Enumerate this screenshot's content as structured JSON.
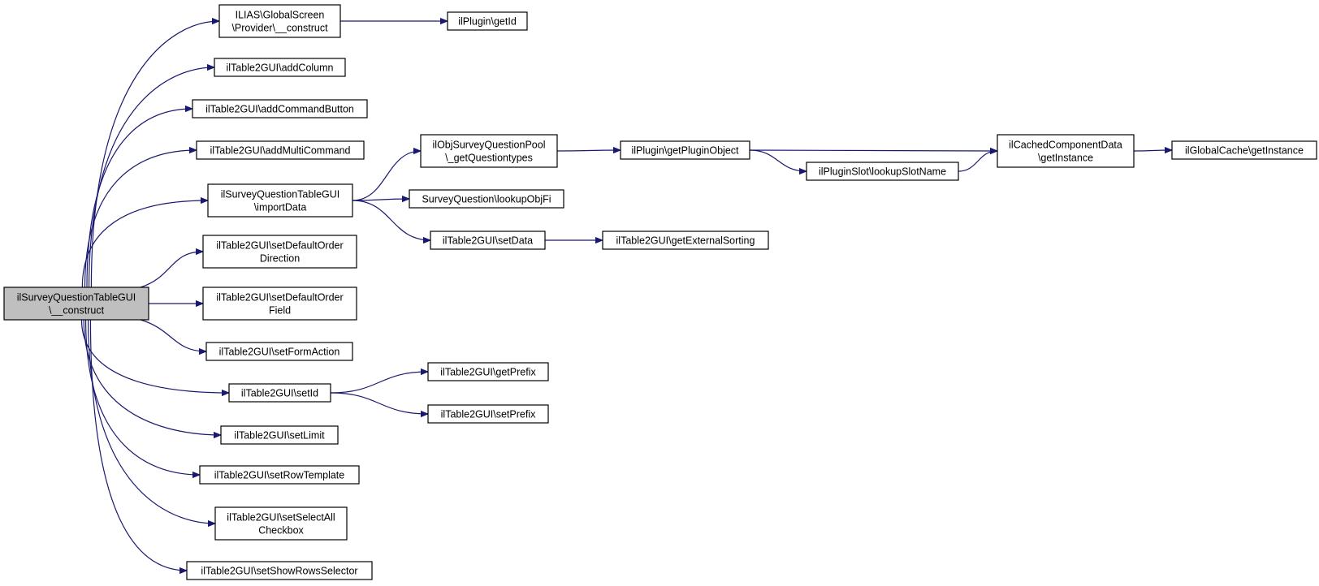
{
  "diagram": {
    "type": "call-graph",
    "colors": {
      "edge": "#191970",
      "root_fill": "#bfbfbf",
      "node_fill": "#ffffff",
      "node_border": "#000000"
    },
    "nodes": [
      {
        "id": "root",
        "lines": [
          "ilSurveyQuestionTableGUI",
          "\\__construct"
        ],
        "root": true
      },
      {
        "id": "gs_construct",
        "lines": [
          "ILIAS\\GlobalScreen",
          "\\Provider\\__construct"
        ]
      },
      {
        "id": "plugin_getid",
        "lines": [
          "ilPlugin\\getId"
        ]
      },
      {
        "id": "addcolumn",
        "lines": [
          "ilTable2GUI\\addColumn"
        ]
      },
      {
        "id": "addcommandbutton",
        "lines": [
          "ilTable2GUI\\addCommandButton"
        ]
      },
      {
        "id": "addmulticommand",
        "lines": [
          "ilTable2GUI\\addMultiCommand"
        ]
      },
      {
        "id": "importdata",
        "lines": [
          "ilSurveyQuestionTableGUI",
          "\\importData"
        ]
      },
      {
        "id": "getquestiontypes",
        "lines": [
          "ilObjSurveyQuestionPool",
          "\\_getQuestiontypes"
        ]
      },
      {
        "id": "lookupobjfi",
        "lines": [
          "SurveyQuestion\\lookupObjFi"
        ]
      },
      {
        "id": "setdata",
        "lines": [
          "ilTable2GUI\\setData"
        ]
      },
      {
        "id": "getpluginobject",
        "lines": [
          "ilPlugin\\getPluginObject"
        ]
      },
      {
        "id": "lookupslotname",
        "lines": [
          "ilPluginSlot\\lookupSlotName"
        ]
      },
      {
        "id": "cached_getinstance",
        "lines": [
          "ilCachedComponentData",
          "\\getInstance"
        ]
      },
      {
        "id": "globalcache_getinstance",
        "lines": [
          "ilGlobalCache\\getInstance"
        ]
      },
      {
        "id": "getexternalsorting",
        "lines": [
          "ilTable2GUI\\getExternalSorting"
        ]
      },
      {
        "id": "setdefaultorderdirection",
        "lines": [
          "ilTable2GUI\\setDefaultOrder",
          "Direction"
        ]
      },
      {
        "id": "setdefaultorderfield",
        "lines": [
          "ilTable2GUI\\setDefaultOrder",
          "Field"
        ]
      },
      {
        "id": "setformaction",
        "lines": [
          "ilTable2GUI\\setFormAction"
        ]
      },
      {
        "id": "setid",
        "lines": [
          "ilTable2GUI\\setId"
        ]
      },
      {
        "id": "getprefix",
        "lines": [
          "ilTable2GUI\\getPrefix"
        ]
      },
      {
        "id": "setprefix",
        "lines": [
          "ilTable2GUI\\setPrefix"
        ]
      },
      {
        "id": "setlimit",
        "lines": [
          "ilTable2GUI\\setLimit"
        ]
      },
      {
        "id": "setrowtemplate",
        "lines": [
          "ilTable2GUI\\setRowTemplate"
        ]
      },
      {
        "id": "setselectall",
        "lines": [
          "ilTable2GUI\\setSelectAll",
          "Checkbox"
        ]
      },
      {
        "id": "setshowrowsselector",
        "lines": [
          "ilTable2GUI\\setShowRowsSelector"
        ]
      }
    ],
    "edges": [
      {
        "from": "root",
        "to": "gs_construct"
      },
      {
        "from": "root",
        "to": "addcolumn"
      },
      {
        "from": "root",
        "to": "addcommandbutton"
      },
      {
        "from": "root",
        "to": "addmulticommand"
      },
      {
        "from": "root",
        "to": "importdata"
      },
      {
        "from": "root",
        "to": "setdefaultorderdirection"
      },
      {
        "from": "root",
        "to": "setdefaultorderfield"
      },
      {
        "from": "root",
        "to": "setformaction"
      },
      {
        "from": "root",
        "to": "setid"
      },
      {
        "from": "root",
        "to": "setlimit"
      },
      {
        "from": "root",
        "to": "setrowtemplate"
      },
      {
        "from": "root",
        "to": "setselectall"
      },
      {
        "from": "root",
        "to": "setshowrowsselector"
      },
      {
        "from": "gs_construct",
        "to": "plugin_getid"
      },
      {
        "from": "importdata",
        "to": "getquestiontypes"
      },
      {
        "from": "importdata",
        "to": "lookupobjfi"
      },
      {
        "from": "importdata",
        "to": "setdata"
      },
      {
        "from": "getquestiontypes",
        "to": "getpluginobject"
      },
      {
        "from": "getpluginobject",
        "to": "cached_getinstance"
      },
      {
        "from": "getpluginobject",
        "to": "lookupslotname"
      },
      {
        "from": "lookupslotname",
        "to": "cached_getinstance"
      },
      {
        "from": "cached_getinstance",
        "to": "globalcache_getinstance"
      },
      {
        "from": "setdata",
        "to": "getexternalsorting"
      },
      {
        "from": "setid",
        "to": "getprefix"
      },
      {
        "from": "setid",
        "to": "setprefix"
      }
    ]
  }
}
